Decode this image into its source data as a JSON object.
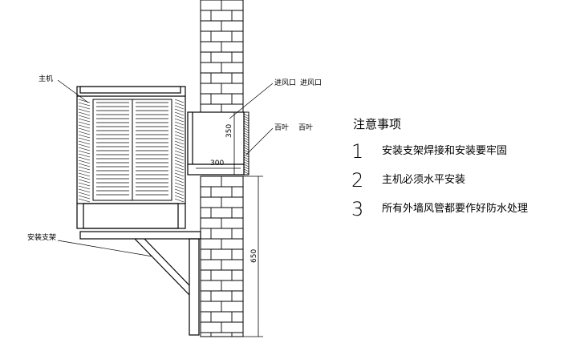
{
  "labels": {
    "main_unit": "主机",
    "bracket": "安装支架",
    "air_inlet_1": "进风口",
    "air_inlet_2": "进风口",
    "louver_1": "百叶",
    "louver_2": "百叶"
  },
  "dimensions": {
    "d350": "350",
    "d300": "300",
    "d650": "650"
  },
  "notes": {
    "title": "注意事项",
    "items": [
      {
        "num": "1",
        "text": "安装支架焊接和安装要牢固"
      },
      {
        "num": "2",
        "text": "主机必须水平安装"
      },
      {
        "num": "3",
        "text": "所有外墙风管都要作好防水处理"
      }
    ]
  }
}
